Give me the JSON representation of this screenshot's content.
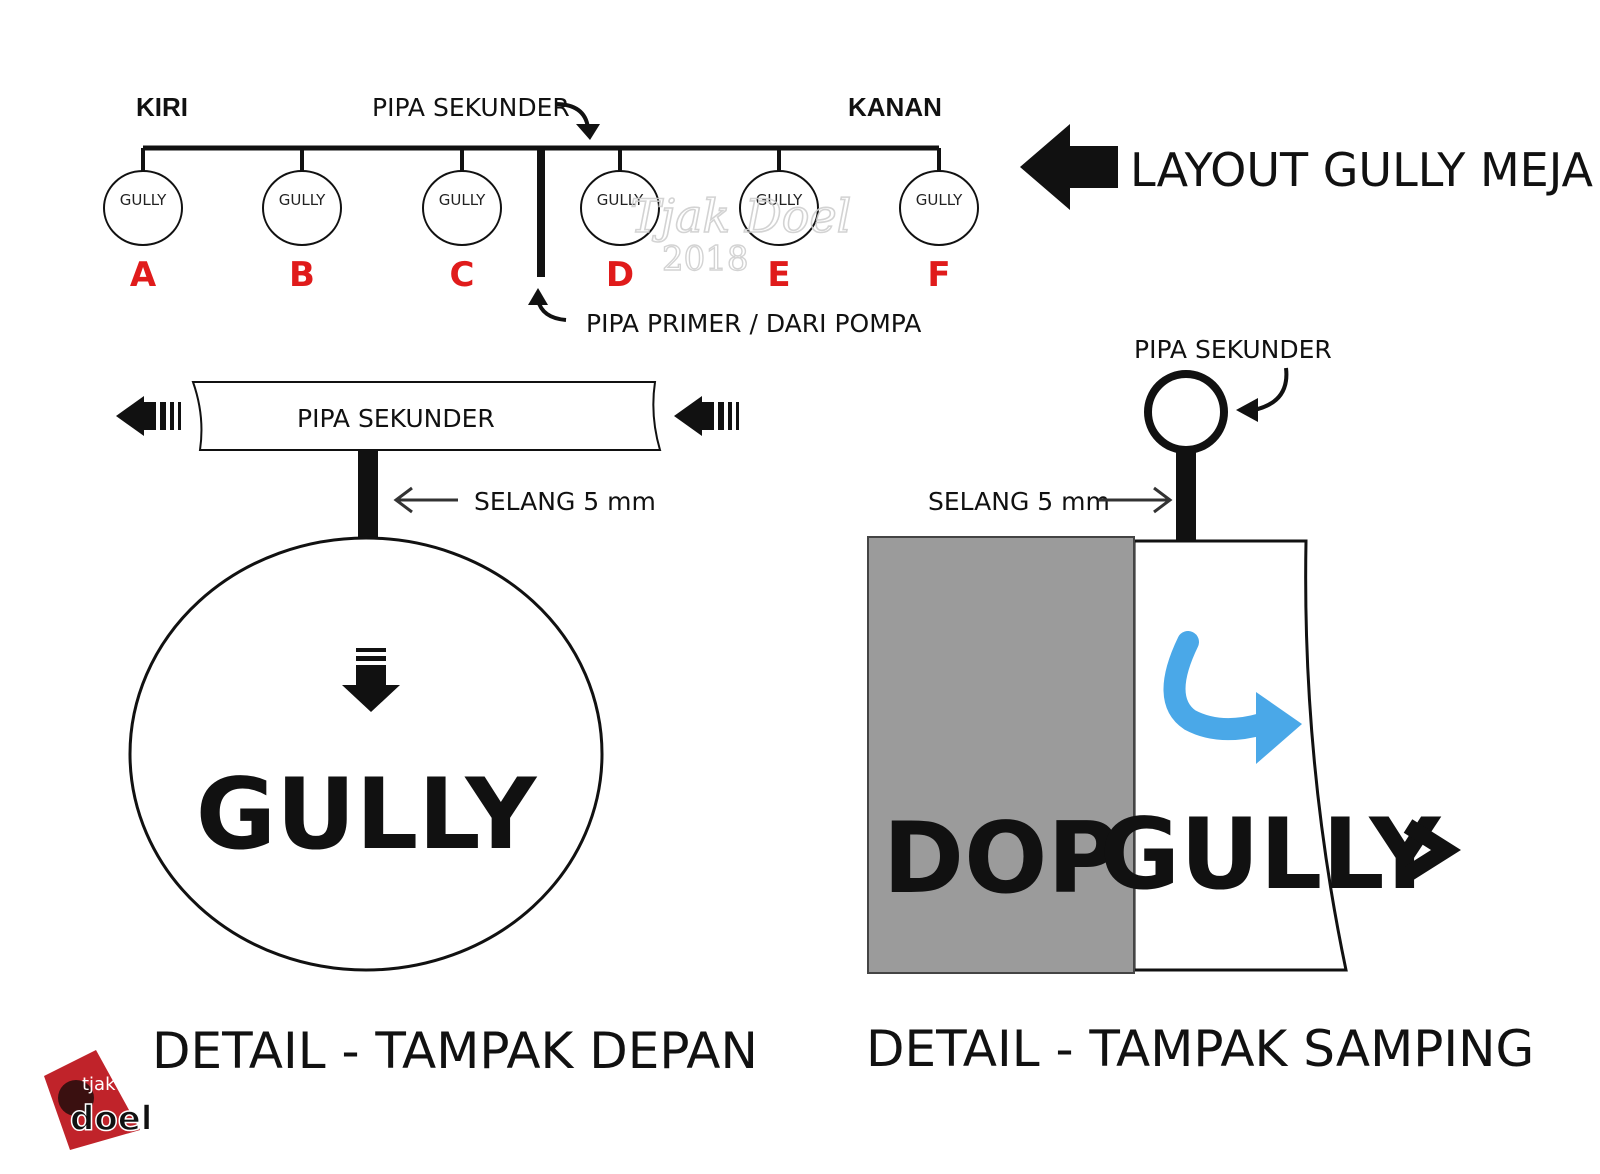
{
  "layout": {
    "left_label": "KIRI",
    "right_label": "KANAN",
    "secondary_pipe_label": "PIPA SEKUNDER",
    "primary_pipe_label": "PIPA PRIMER / DARI POMPA",
    "title": "LAYOUT GULLY MEJA",
    "gullies": [
      {
        "label": "GULLY",
        "letter": "A"
      },
      {
        "label": "GULLY",
        "letter": "B"
      },
      {
        "label": "GULLY",
        "letter": "C"
      },
      {
        "label": "GULLY",
        "letter": "D"
      },
      {
        "label": "GULLY",
        "letter": "E"
      },
      {
        "label": "GULLY",
        "letter": "F"
      }
    ]
  },
  "front_view": {
    "pipe_label": "PIPA SEKUNDER",
    "hose_label": "SELANG 5 mm",
    "gully_label": "GULLY",
    "caption": "DETAIL - TAMPAK DEPAN"
  },
  "side_view": {
    "pipe_label": "PIPA SEKUNDER",
    "hose_label": "SELANG 5 mm",
    "dop_label": "DOP",
    "gully_label": "GULLY",
    "caption": "DETAIL - TAMPAK SAMPING"
  },
  "watermark": {
    "text": "Tjak Doel",
    "year": "2018"
  },
  "logo": {
    "text_top": "tjak",
    "text_bottom": "doel"
  },
  "colors": {
    "letters": "#e01b1b",
    "dop_fill": "#9b9b9b",
    "flow_arrow": "#4aa8e8"
  }
}
